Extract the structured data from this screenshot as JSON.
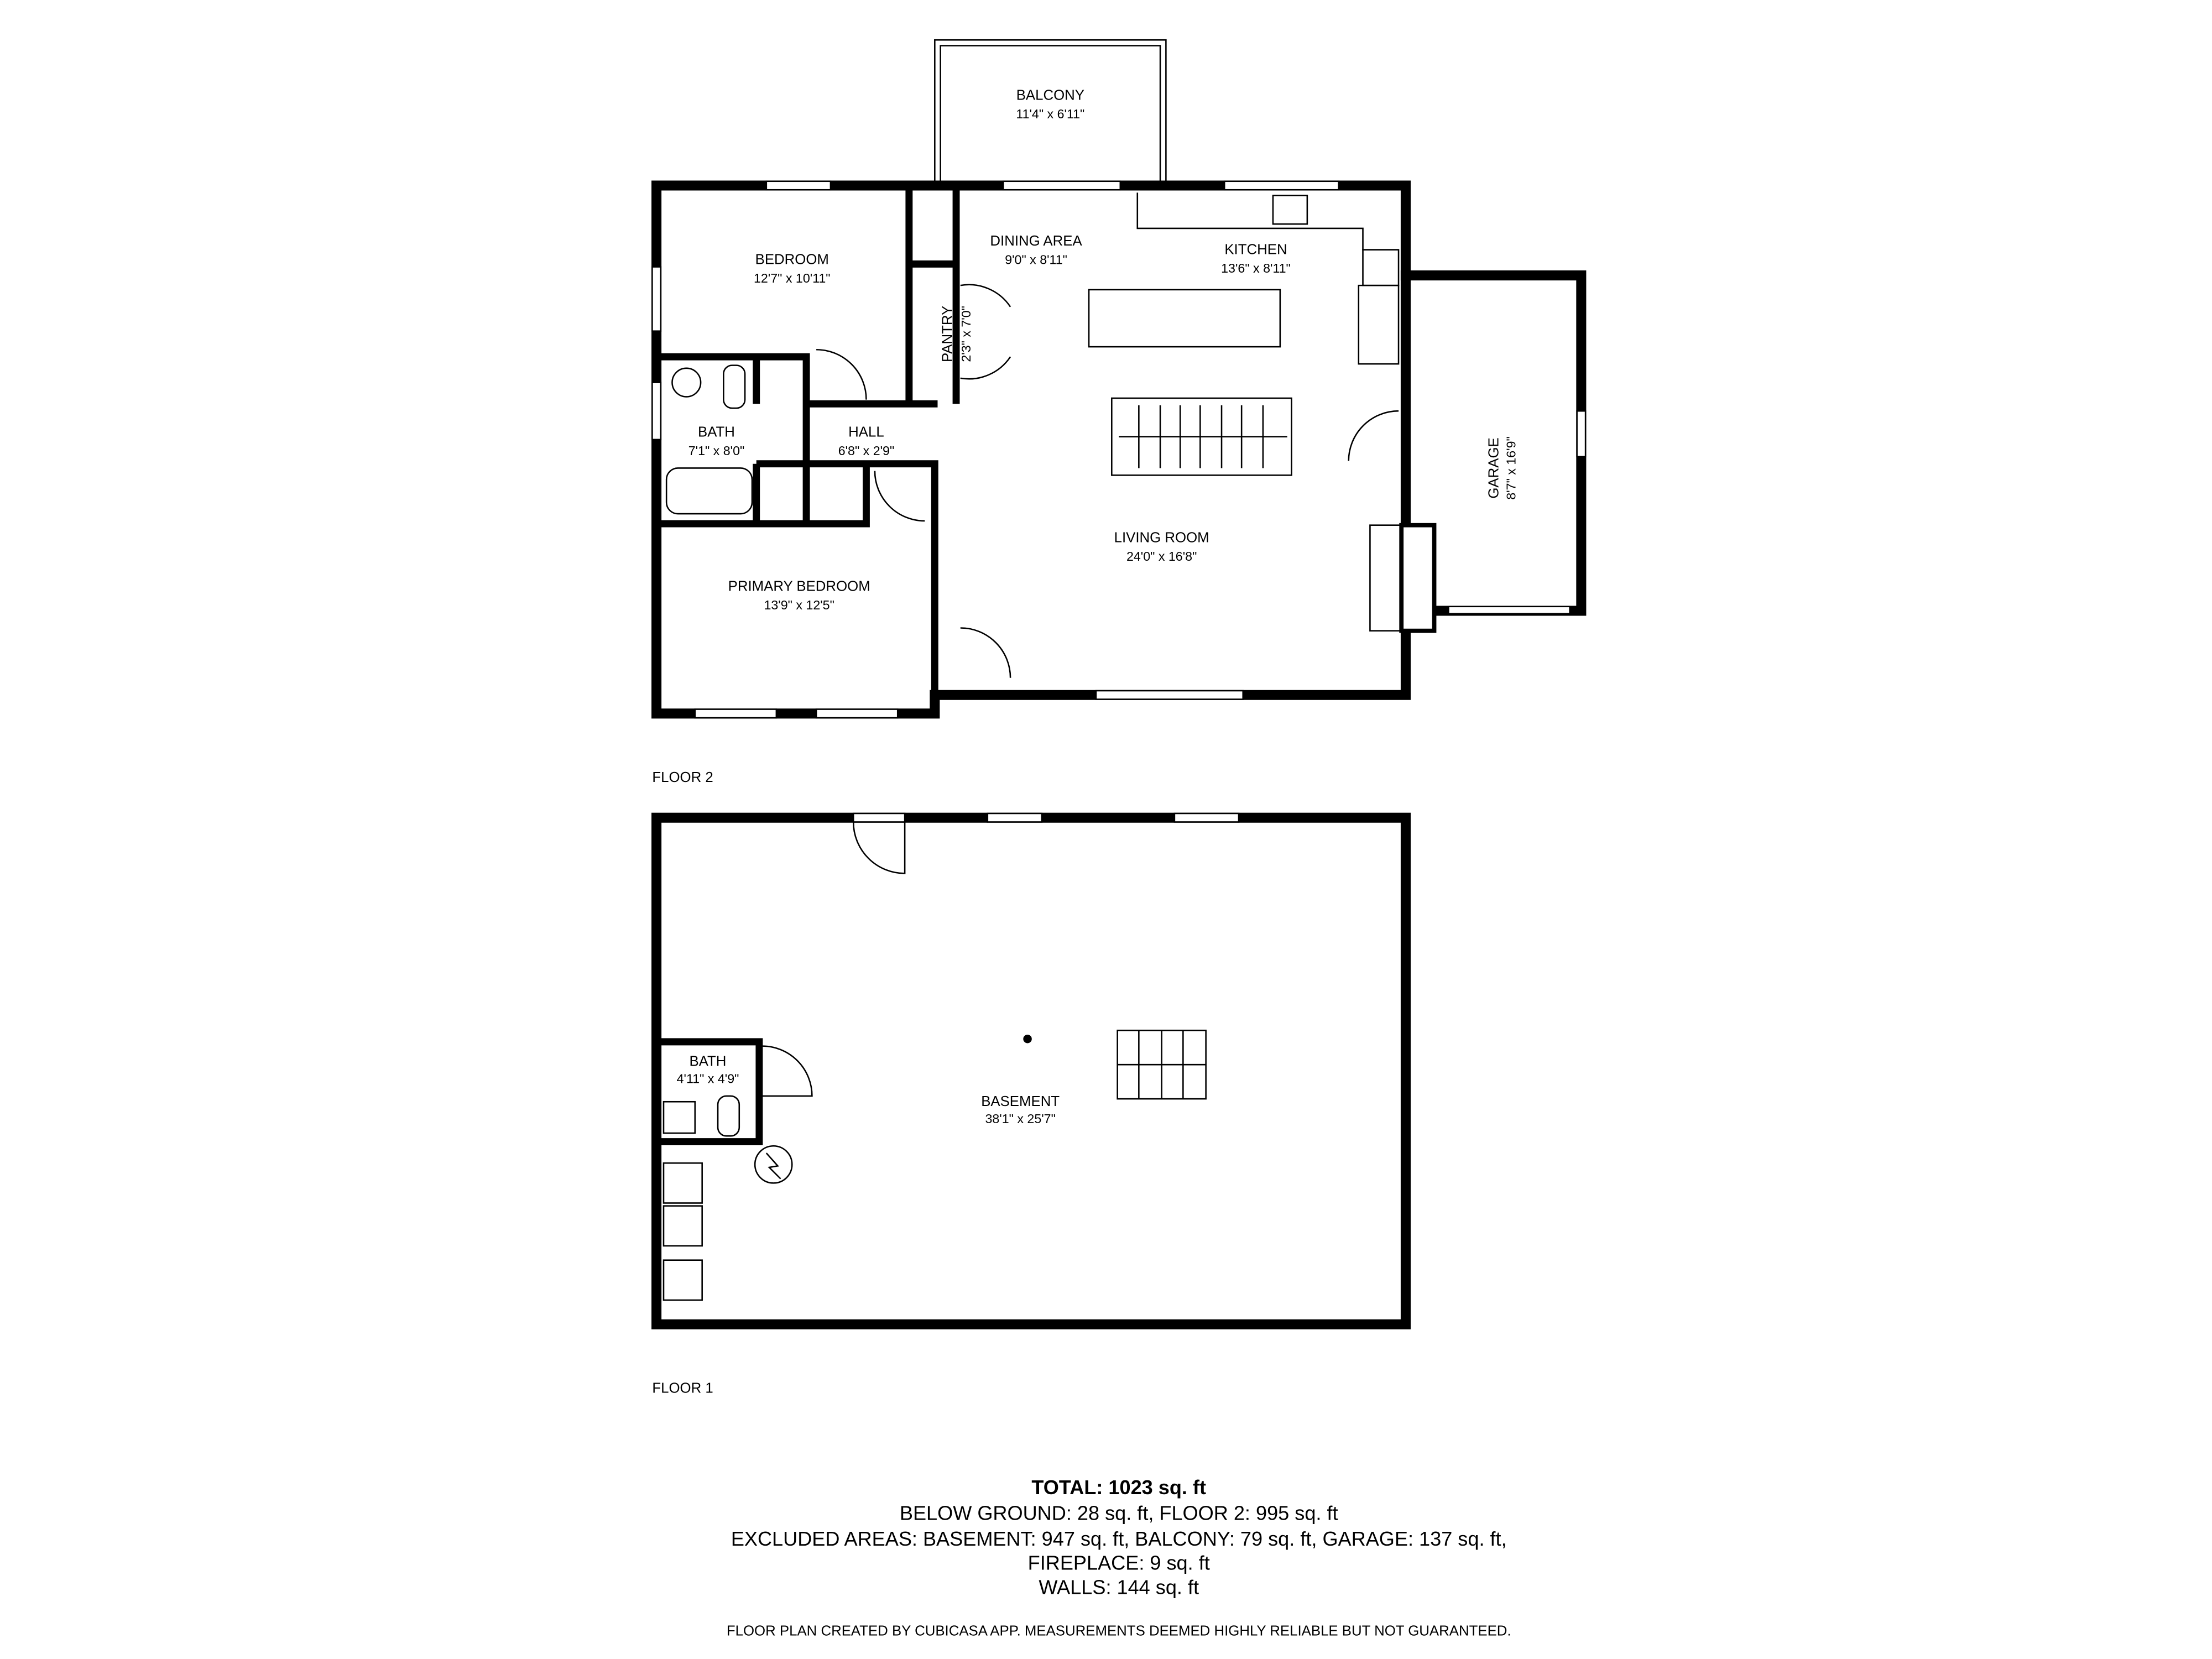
{
  "floor2": {
    "label": "FLOOR 2",
    "rooms": [
      {
        "name": "BALCONY",
        "size": "11'4\" x 6'11\""
      },
      {
        "name": "BEDROOM",
        "size": "12'7\" x 10'11\""
      },
      {
        "name": "DINING AREA",
        "size": "9'0\" x 8'11\""
      },
      {
        "name": "KITCHEN",
        "size": "13'6\" x 8'11\""
      },
      {
        "name": "PANTRY",
        "size": "2'3\" x 7'0\""
      },
      {
        "name": "BATH",
        "size": "7'1\" x 8'0\""
      },
      {
        "name": "HALL",
        "size": "6'8\" x 2'9\""
      },
      {
        "name": "GARAGE",
        "size": "8'7\" x 16'9\""
      },
      {
        "name": "LIVING ROOM",
        "size": "24'0\" x 16'8\""
      },
      {
        "name": "PRIMARY BEDROOM",
        "size": "13'9\" x 12'5\""
      }
    ]
  },
  "floor1": {
    "label": "FLOOR 1",
    "rooms": [
      {
        "name": "BATH",
        "size": "4'11\" x 4'9\""
      },
      {
        "name": "BASEMENT",
        "size": "38'1\" x 25'7\""
      }
    ]
  },
  "summary": {
    "total": "TOTAL: 1023 sq. ft",
    "line1": "BELOW GROUND: 28 sq. ft, FLOOR 2: 995 sq. ft",
    "line2": "EXCLUDED AREAS: BASEMENT: 947 sq. ft, BALCONY: 79 sq. ft, GARAGE: 137 sq. ft,",
    "line3": "FIREPLACE: 9 sq. ft",
    "line4": "WALLS: 144 sq. ft"
  },
  "disclaimer": "FLOOR PLAN CREATED BY CUBICASA APP. MEASUREMENTS DEEMED HIGHLY RELIABLE BUT NOT GUARANTEED."
}
